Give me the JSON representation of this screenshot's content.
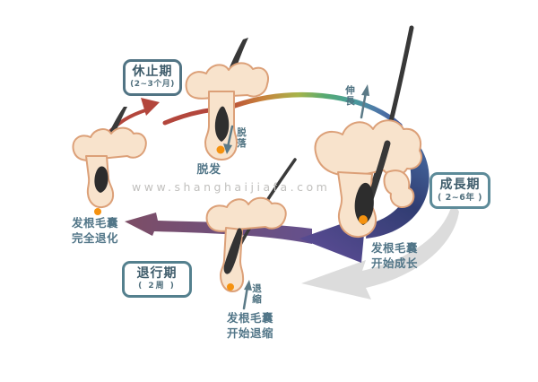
{
  "watermark": "www.shanghaijiafa.com",
  "phases": {
    "telogen": {
      "label": "休止期",
      "duration": "(2~3个月)"
    },
    "anagen": {
      "label": "成長期",
      "duration": "( 2~6年 )"
    },
    "catagen": {
      "label": "退行期",
      "duration": "( 2周 )"
    }
  },
  "annotations": {
    "shedding": "脱发",
    "left_follicle": "发根毛囊\n完全退化",
    "catagen_follicle": "发根毛囊\n开始退缩",
    "anagen_follicle": "发根毛囊\n开始成长",
    "elongation": "伸長",
    "shrinking": "退縮",
    "falling": "脱落"
  },
  "colors": {
    "box_border": "#517484",
    "box_text": "#3d5b6a",
    "note_text": "#527688",
    "red_arrow": "#b3463c",
    "navy_band": "#303d72",
    "purple_arrowhead": "#55498e",
    "plum_band": "#7d4e66",
    "shadow_gray": "#dcdcdc",
    "skin_fill": "#f8e3cc",
    "skin_outline": "#dca078",
    "hair_dark": "#383838",
    "papilla_orange": "#f5920f",
    "watermark_gray": "#c1c0be"
  }
}
